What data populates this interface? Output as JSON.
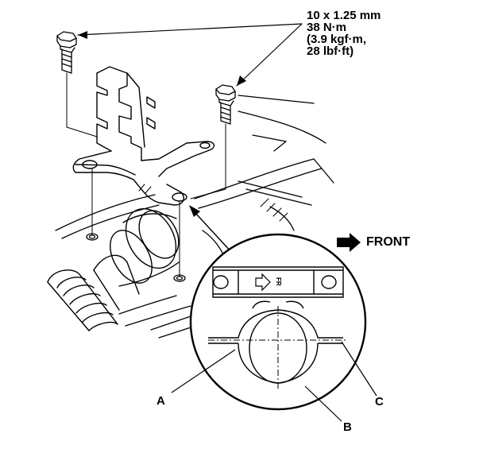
{
  "torque_spec": {
    "line1": "10 x 1.25 mm",
    "line2": "38 N·m",
    "line3": "(3.9 kgf·m,",
    "line4": "28 lbf·ft)"
  },
  "front_indicator": {
    "label": "FRONT"
  },
  "bracket_marking": "FR",
  "callouts": {
    "a": "A",
    "b": "B",
    "c": "C"
  },
  "colors": {
    "line": "#000000",
    "background": "#ffffff"
  }
}
